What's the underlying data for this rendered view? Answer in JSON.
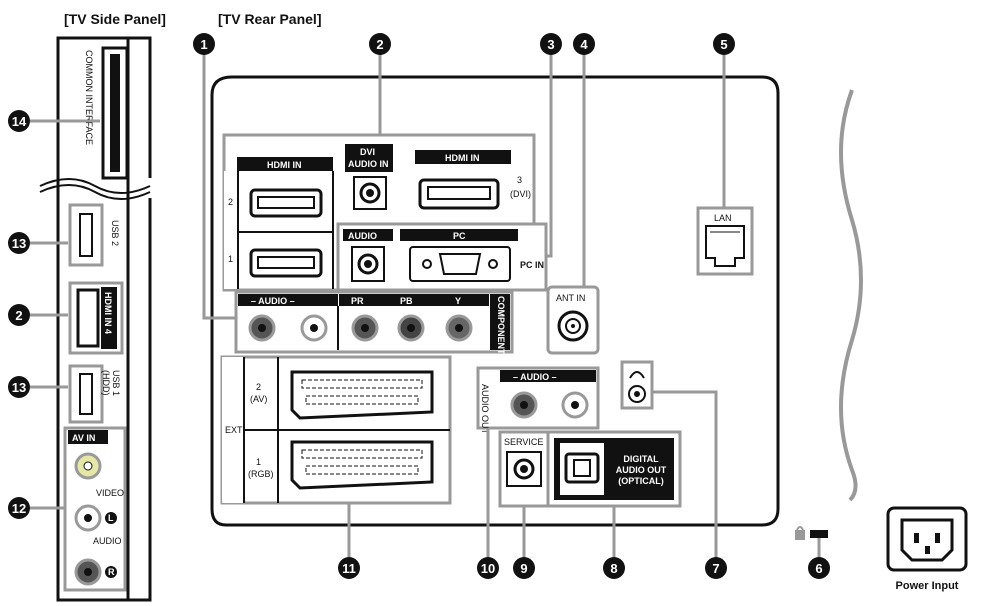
{
  "headers": {
    "side": "[TV Side Panel]",
    "rear": "[TV Rear Panel]"
  },
  "side_panel": {
    "common_interface": "COMMON INTERFACE",
    "usb2": "USB 2",
    "hdmi_in4": "HDMI IN 4",
    "usb1": "USB 1",
    "hdd": "(HDD)",
    "av_in": "AV IN",
    "video": "VIDEO",
    "audio": "AUDIO",
    "l": "L",
    "r": "R"
  },
  "rear_panel": {
    "hdmi_in_left": "HDMI IN",
    "hdmi_num2": "2",
    "hdmi_num1": "1",
    "dvi_audio_in_1": "DVI",
    "dvi_audio_in_2": "AUDIO IN",
    "hdmi_in_right": "HDMI IN",
    "hdmi3": "3",
    "dvi": "(DVI)",
    "audio": "AUDIO",
    "pc": "PC",
    "pc_in": "PC IN",
    "audio_lr": "– AUDIO –",
    "component_in": "COMPONENT IN",
    "pr": "PR",
    "pb": "PB",
    "y": "Y",
    "ant_in": "ANT IN",
    "lan": "LAN",
    "ext": "EXT",
    "av2": "2",
    "av2b": "(AV)",
    "rgb1": "1",
    "rgb1b": "(RGB)",
    "audio_out": "AUDIO OUT",
    "service": "SERVICE",
    "digital1": "DIGITAL",
    "digital2": "AUDIO OUT",
    "digital3": "(OPTICAL)",
    "power_input": "Power Input"
  },
  "callouts": [
    "1",
    "2",
    "3",
    "4",
    "5",
    "6",
    "7",
    "8",
    "9",
    "10",
    "11",
    "12",
    "13",
    "14"
  ]
}
